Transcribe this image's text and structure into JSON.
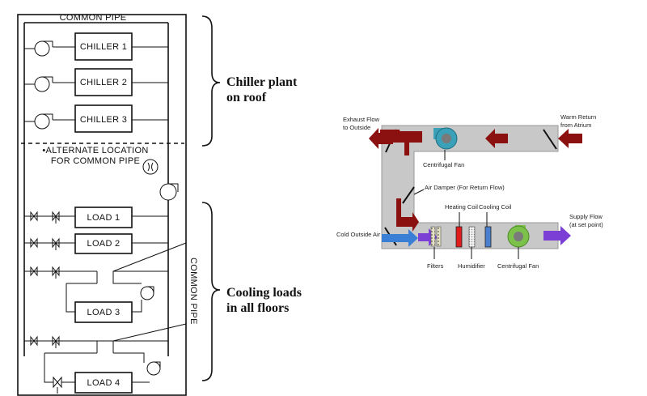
{
  "left_diagram": {
    "common_pipe_top": "COMMON PIPE",
    "chillers": [
      "CHILLER 1",
      "CHILLER 2",
      "CHILLER 3"
    ],
    "alternate_location_line1": "•ALTERNATE LOCATION",
    "alternate_location_line2": "FOR COMMON PIPE",
    "loads": [
      "LOAD 1",
      "LOAD 2",
      "LOAD 3",
      "LOAD 4"
    ],
    "common_pipe_vertical": "COMMON PIPE"
  },
  "annotations": {
    "chiller_plant_line1": "Chiller plant",
    "chiller_plant_line2": "on roof",
    "cooling_loads_line1": "Cooling loads",
    "cooling_loads_line2": "in all floors"
  },
  "ahu": {
    "exhaust_flow_line1": "Exhaust Flow",
    "exhaust_flow_line2": "to Outside",
    "warm_return_line1": "Warm Return",
    "warm_return_line2": "from Atrium",
    "centrifugal_fan_top": "Centrifugal Fan",
    "air_damper": "Air Damper (For Return Flow)",
    "heating_coil": "Heating Coil",
    "cooling_coil": "Cooling Coil",
    "cold_outside_air": "Cold Outside Air",
    "supply_flow_line1": "Supply Flow",
    "supply_flow_line2": "(at set point)",
    "filters": "Filters",
    "humidifier": "Humidifier",
    "centrifugal_fan_bottom": "Centrifugal Fan",
    "colors": {
      "duct": "#c8c8c8",
      "return_arrow": "#8b1010",
      "cold_arrow": "#3a7fd6",
      "supply_arrow": "#7b3fd6",
      "heating_coil": "#e01b1b",
      "cooling_coil": "#4a7fd0",
      "fan_top": "#3aa1b8",
      "fan_bottom": "#7cc24a"
    }
  }
}
